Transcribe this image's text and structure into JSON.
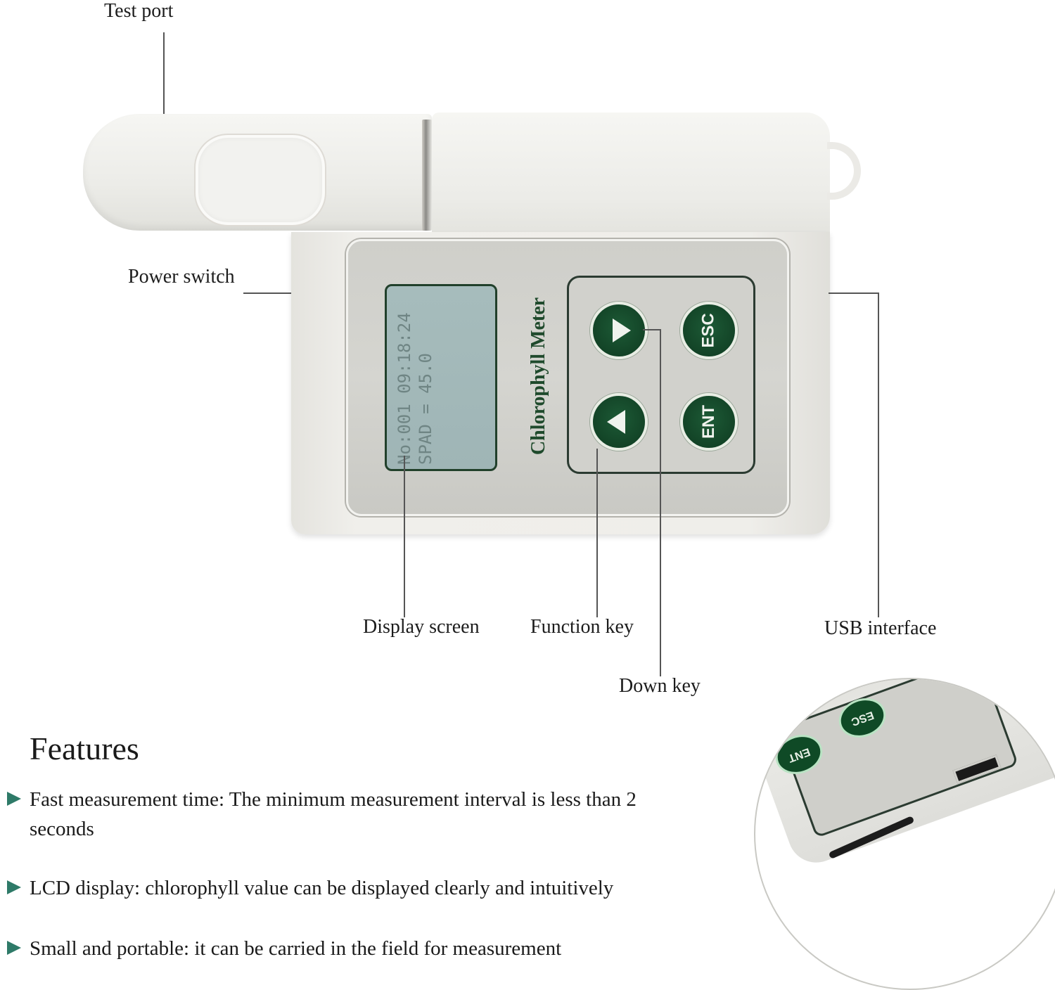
{
  "product": {
    "name": "Chlorophyll Meter",
    "lcd": {
      "line1": "No:001 09:18:24",
      "line2": "SPAD = 45.0"
    },
    "keys": [
      {
        "id": "right",
        "icon": "triangle-right-icon",
        "label": ""
      },
      {
        "id": "esc",
        "label": "ESC"
      },
      {
        "id": "left",
        "icon": "triangle-left-icon",
        "label": ""
      },
      {
        "id": "ent",
        "label": "ENT"
      }
    ]
  },
  "callouts": {
    "test_port": "Test port",
    "power_switch": "Power switch",
    "display_screen": "Display screen",
    "function_key": "Function key",
    "down_key": "Down key",
    "usb_interface": "USB interface"
  },
  "features": {
    "title": "Features",
    "items": [
      {
        "text": "Fast measurement time: The minimum measurement interval is less than 2 seconds"
      },
      {
        "text": "LCD display: chlorophyll value can be displayed clearly and intuitively"
      },
      {
        "text": "Small and portable: it can be carried in the field for measurement"
      }
    ],
    "bullet_color": "#2e7a68"
  },
  "inset": {
    "keys": [
      "ENT",
      "ESC"
    ]
  },
  "colors": {
    "key_green": "#0e3a20",
    "brand_green": "#1f4a2c",
    "lcd": "#a6bcbc",
    "panel": "#cfcfca"
  }
}
